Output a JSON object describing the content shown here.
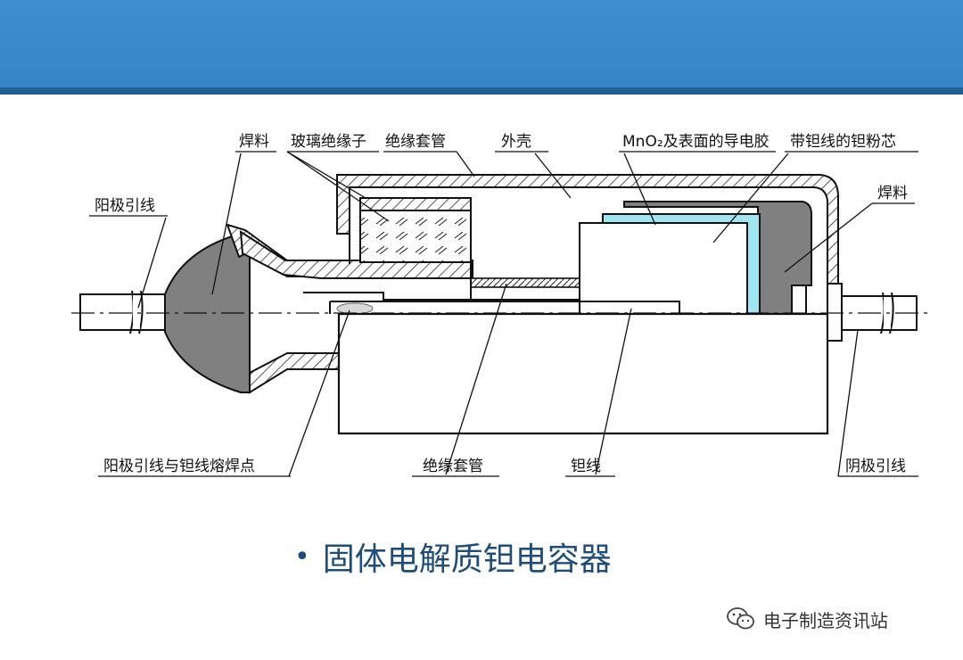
{
  "labels": {
    "solder_left": "焊料",
    "glass_insulator": "玻璃绝缘子",
    "insulating_sleeve_top": "绝缘套管",
    "shell": "外壳",
    "mno2_conductive": "MnO₂及表面的导电胶",
    "tantalum_core": "带钽线的钽粉芯",
    "solder_right": "焊料",
    "anode_lead": "阳极引线",
    "anode_weld_point": "阳极引线与钽线熔焊点",
    "insulating_sleeve_bottom": "绝缘套管",
    "tantalum_wire": "钽线",
    "cathode_lead": "阴极引线"
  },
  "caption": {
    "bullet": "•",
    "text": "固体电解质钽电容器"
  },
  "watermark": {
    "text": "电子制造资讯站"
  },
  "colors": {
    "header": "#3a89ca",
    "header_line": "#1f5f93",
    "solder": "#808080",
    "mno2_layer": "#9fe6f0",
    "caption": "#1e4d7b"
  }
}
